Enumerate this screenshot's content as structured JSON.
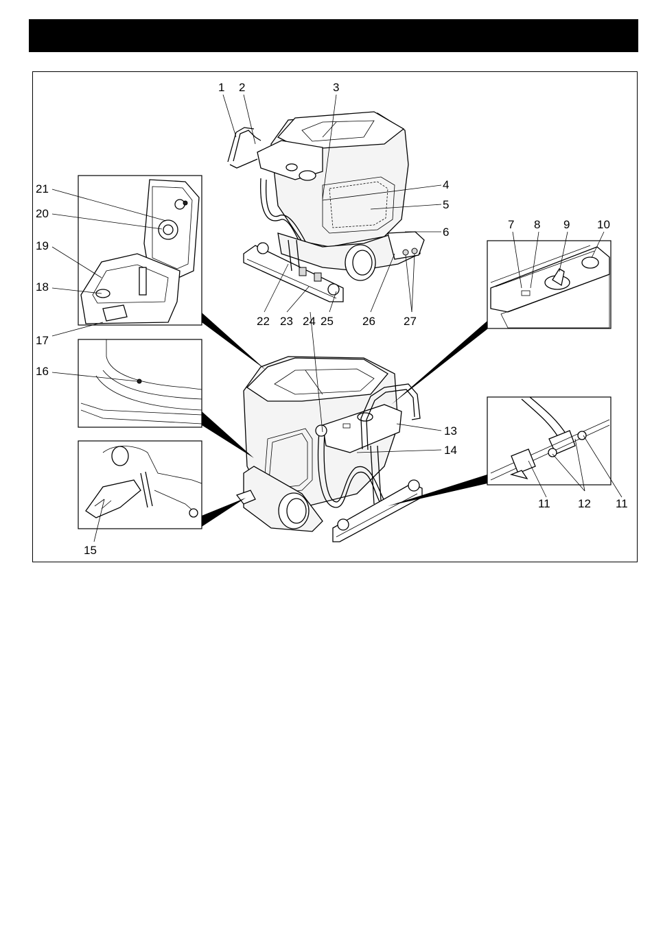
{
  "header": {
    "title": ""
  },
  "callouts": [
    {
      "id": "c1",
      "text": "1"
    },
    {
      "id": "c2",
      "text": "2"
    },
    {
      "id": "c3",
      "text": "3"
    },
    {
      "id": "c4",
      "text": "4"
    },
    {
      "id": "c5",
      "text": "5"
    },
    {
      "id": "c6",
      "text": "6"
    },
    {
      "id": "c7",
      "text": "7"
    },
    {
      "id": "c8",
      "text": "8"
    },
    {
      "id": "c9",
      "text": "9"
    },
    {
      "id": "c10",
      "text": "10"
    },
    {
      "id": "c11a",
      "text": "11"
    },
    {
      "id": "c12",
      "text": "12"
    },
    {
      "id": "c11b",
      "text": "11"
    },
    {
      "id": "c13",
      "text": "13"
    },
    {
      "id": "c14",
      "text": "14"
    },
    {
      "id": "c15",
      "text": "15"
    },
    {
      "id": "c16",
      "text": "16"
    },
    {
      "id": "c17",
      "text": "17"
    },
    {
      "id": "c18",
      "text": "18"
    },
    {
      "id": "c19",
      "text": "19"
    },
    {
      "id": "c20",
      "text": "20"
    },
    {
      "id": "c21",
      "text": "21"
    },
    {
      "id": "c22",
      "text": "22"
    },
    {
      "id": "c23",
      "text": "23"
    },
    {
      "id": "c24",
      "text": "24"
    },
    {
      "id": "c25",
      "text": "25"
    },
    {
      "id": "c26",
      "text": "26"
    },
    {
      "id": "c27",
      "text": "27"
    }
  ]
}
